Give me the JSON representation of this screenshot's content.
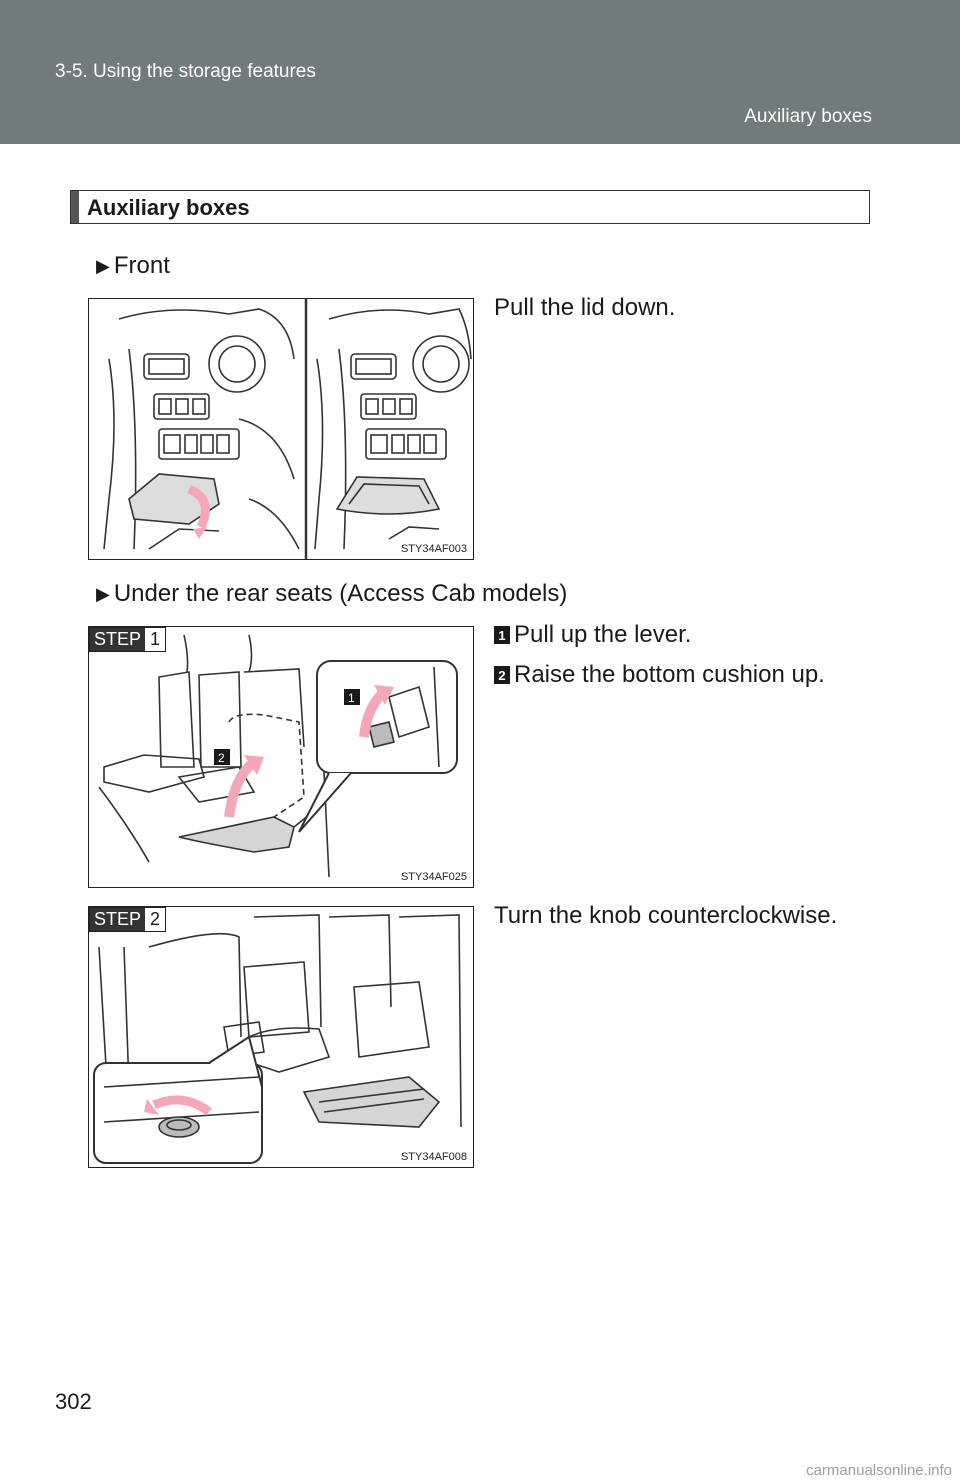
{
  "header": {
    "section": "3-5. Using the storage features",
    "topic": "Auxiliary boxes"
  },
  "title": "Auxiliary boxes",
  "front": {
    "label": "Front",
    "instruction": "Pull the lid down.",
    "figure_code": "STY34AF003"
  },
  "rear": {
    "label": "Under the rear seats (Access Cab models)",
    "step1": {
      "tag_word": "STEP",
      "tag_number": "1",
      "items": [
        {
          "num": "1",
          "text": "Pull up the lever."
        },
        {
          "num": "2",
          "text": "Raise the bottom cushion up."
        }
      ],
      "figure_code": "STY34AF025"
    },
    "step2": {
      "tag_word": "STEP",
      "tag_number": "2",
      "instruction": "Turn the knob counterclockwise.",
      "figure_code": "STY34AF008"
    }
  },
  "page_number": "302",
  "watermark": "carmanualsonline.info",
  "colors": {
    "header_bg": "#6f7c7b",
    "arrow_pink": "#f4a7b9",
    "title_bar": "#555555"
  }
}
